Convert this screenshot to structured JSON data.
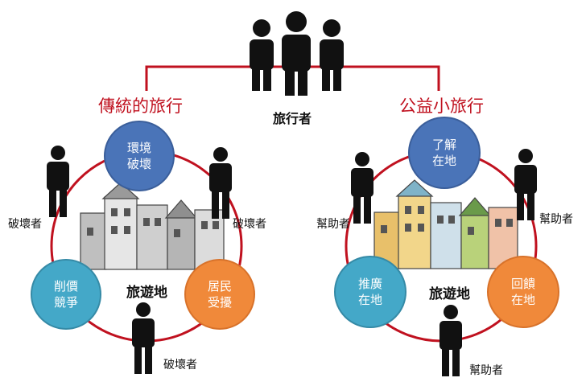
{
  "top": {
    "traveler_label": "旅行者"
  },
  "left": {
    "title": "傳統的旅行",
    "destination": "旅遊地",
    "bubbles": {
      "top": [
        "環境",
        "破壞"
      ],
      "left": [
        "削價",
        "競爭"
      ],
      "right": [
        "居民",
        "受擾"
      ]
    },
    "roles": [
      "破壞者",
      "破壞者",
      "破壞者"
    ]
  },
  "right": {
    "title": "公益小旅行",
    "destination": "旅遊地",
    "bubbles": {
      "top": [
        "了解",
        "在地"
      ],
      "left": [
        "推廣",
        "在地"
      ],
      "right": [
        "回饋",
        "在地"
      ]
    },
    "roles": [
      "幫助者",
      "幫助者",
      "幫助者"
    ]
  },
  "colors": {
    "accent_red": "#c0111f",
    "bubble_blue": "#4a74b8",
    "bubble_teal": "#44a8c8",
    "bubble_orange": "#f0893a"
  },
  "icons": [
    "backpacker-icon",
    "town-illustration"
  ]
}
